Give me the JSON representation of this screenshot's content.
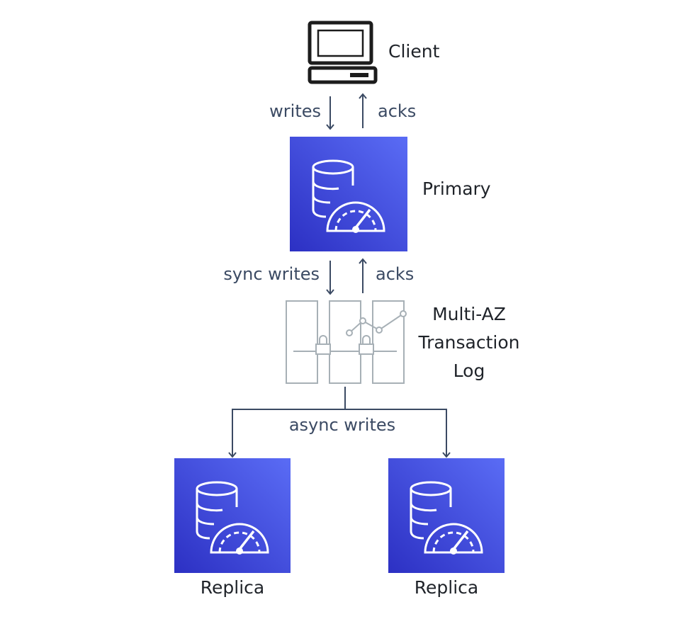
{
  "nodes": {
    "client": {
      "label": "Client",
      "icon": "client-computer-icon"
    },
    "primary": {
      "label": "Primary",
      "icon": "database-performance-icon"
    },
    "log": {
      "label_lines": [
        "Multi-AZ",
        "Transaction",
        "Log"
      ],
      "icon": "transaction-log-icon"
    },
    "replica_left": {
      "label": "Replica",
      "icon": "database-performance-icon"
    },
    "replica_right": {
      "label": "Replica",
      "icon": "database-performance-icon"
    }
  },
  "edges": {
    "client_to_primary": "writes",
    "primary_to_client": "acks",
    "primary_to_log": "sync writes",
    "log_to_primary": "acks",
    "log_to_replicas": "async writes"
  },
  "colors": {
    "service_fill_light": "#5a6cf5",
    "service_fill_dark": "#2c30c3",
    "arrow": "#3b4a63",
    "log_outline": "#a7b0b6",
    "text": "#1f2329"
  }
}
